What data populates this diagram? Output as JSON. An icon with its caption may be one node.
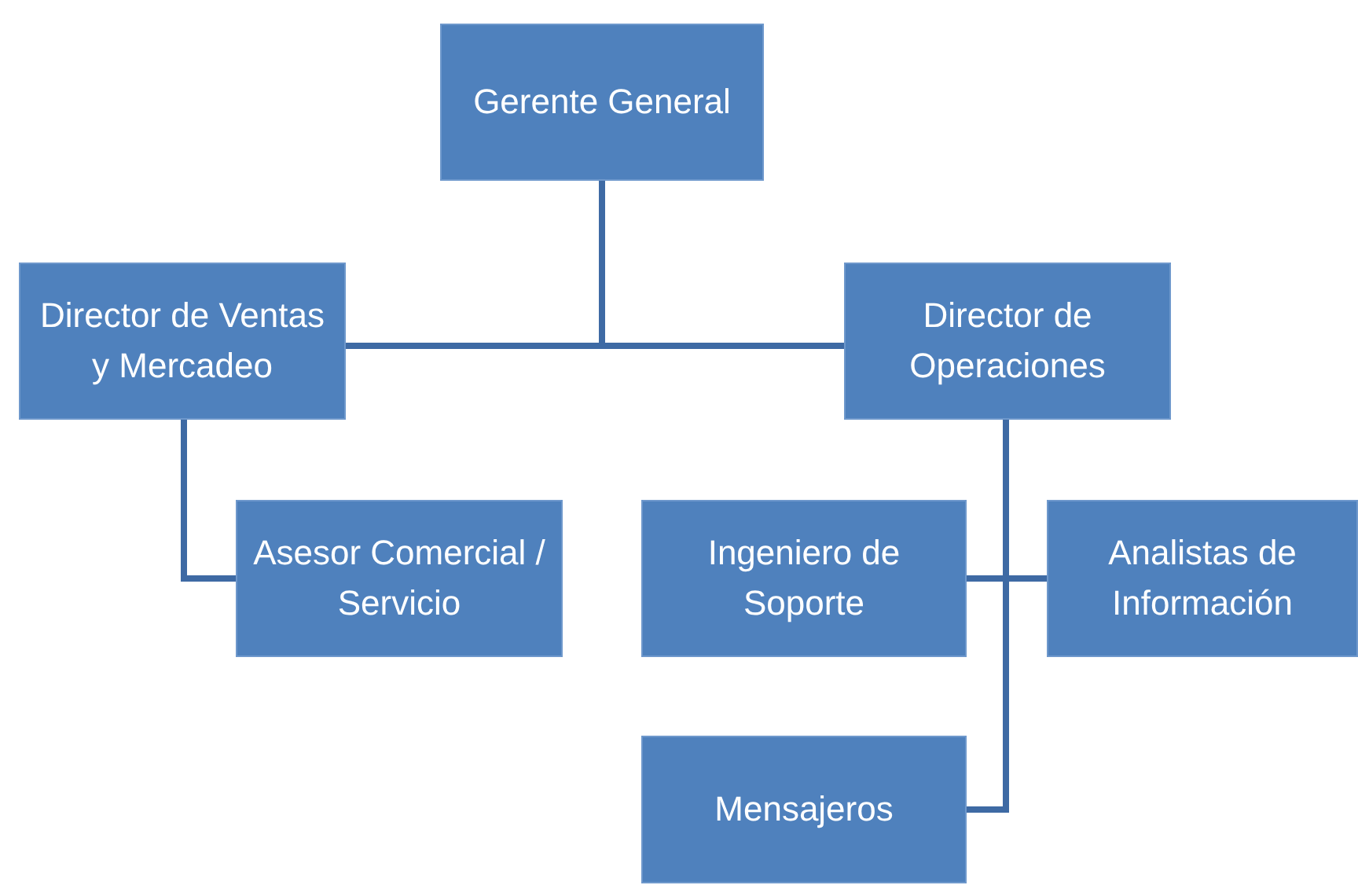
{
  "diagram": {
    "nodes": [
      {
        "text": [
          "Gerente General"
        ]
      },
      {
        "text": [
          "Director de Ventas y Mercadeo"
        ]
      },
      {
        "text": [
          "Director de Operaciones"
        ]
      },
      {
        "text": [
          "Asesor Comercial / Servicio"
        ]
      },
      {
        "text": [
          "Ingeniero de Soporte"
        ]
      },
      {
        "text": [
          "Analistas de Información"
        ]
      },
      {
        "text": [
          "Mensajeros"
        ]
      }
    ],
    "edges": [
      {
        "from": 0,
        "to": 1,
        "arrow": "none"
      },
      {
        "from": 0,
        "to": 2,
        "arrow": "none"
      },
      {
        "from": 1,
        "to": 3,
        "arrow": "none"
      },
      {
        "from": 2,
        "to": 4,
        "arrow": "none"
      },
      {
        "from": 2,
        "to": 5,
        "arrow": "none"
      },
      {
        "from": 2,
        "to": 6,
        "arrow": "none"
      }
    ]
  }
}
